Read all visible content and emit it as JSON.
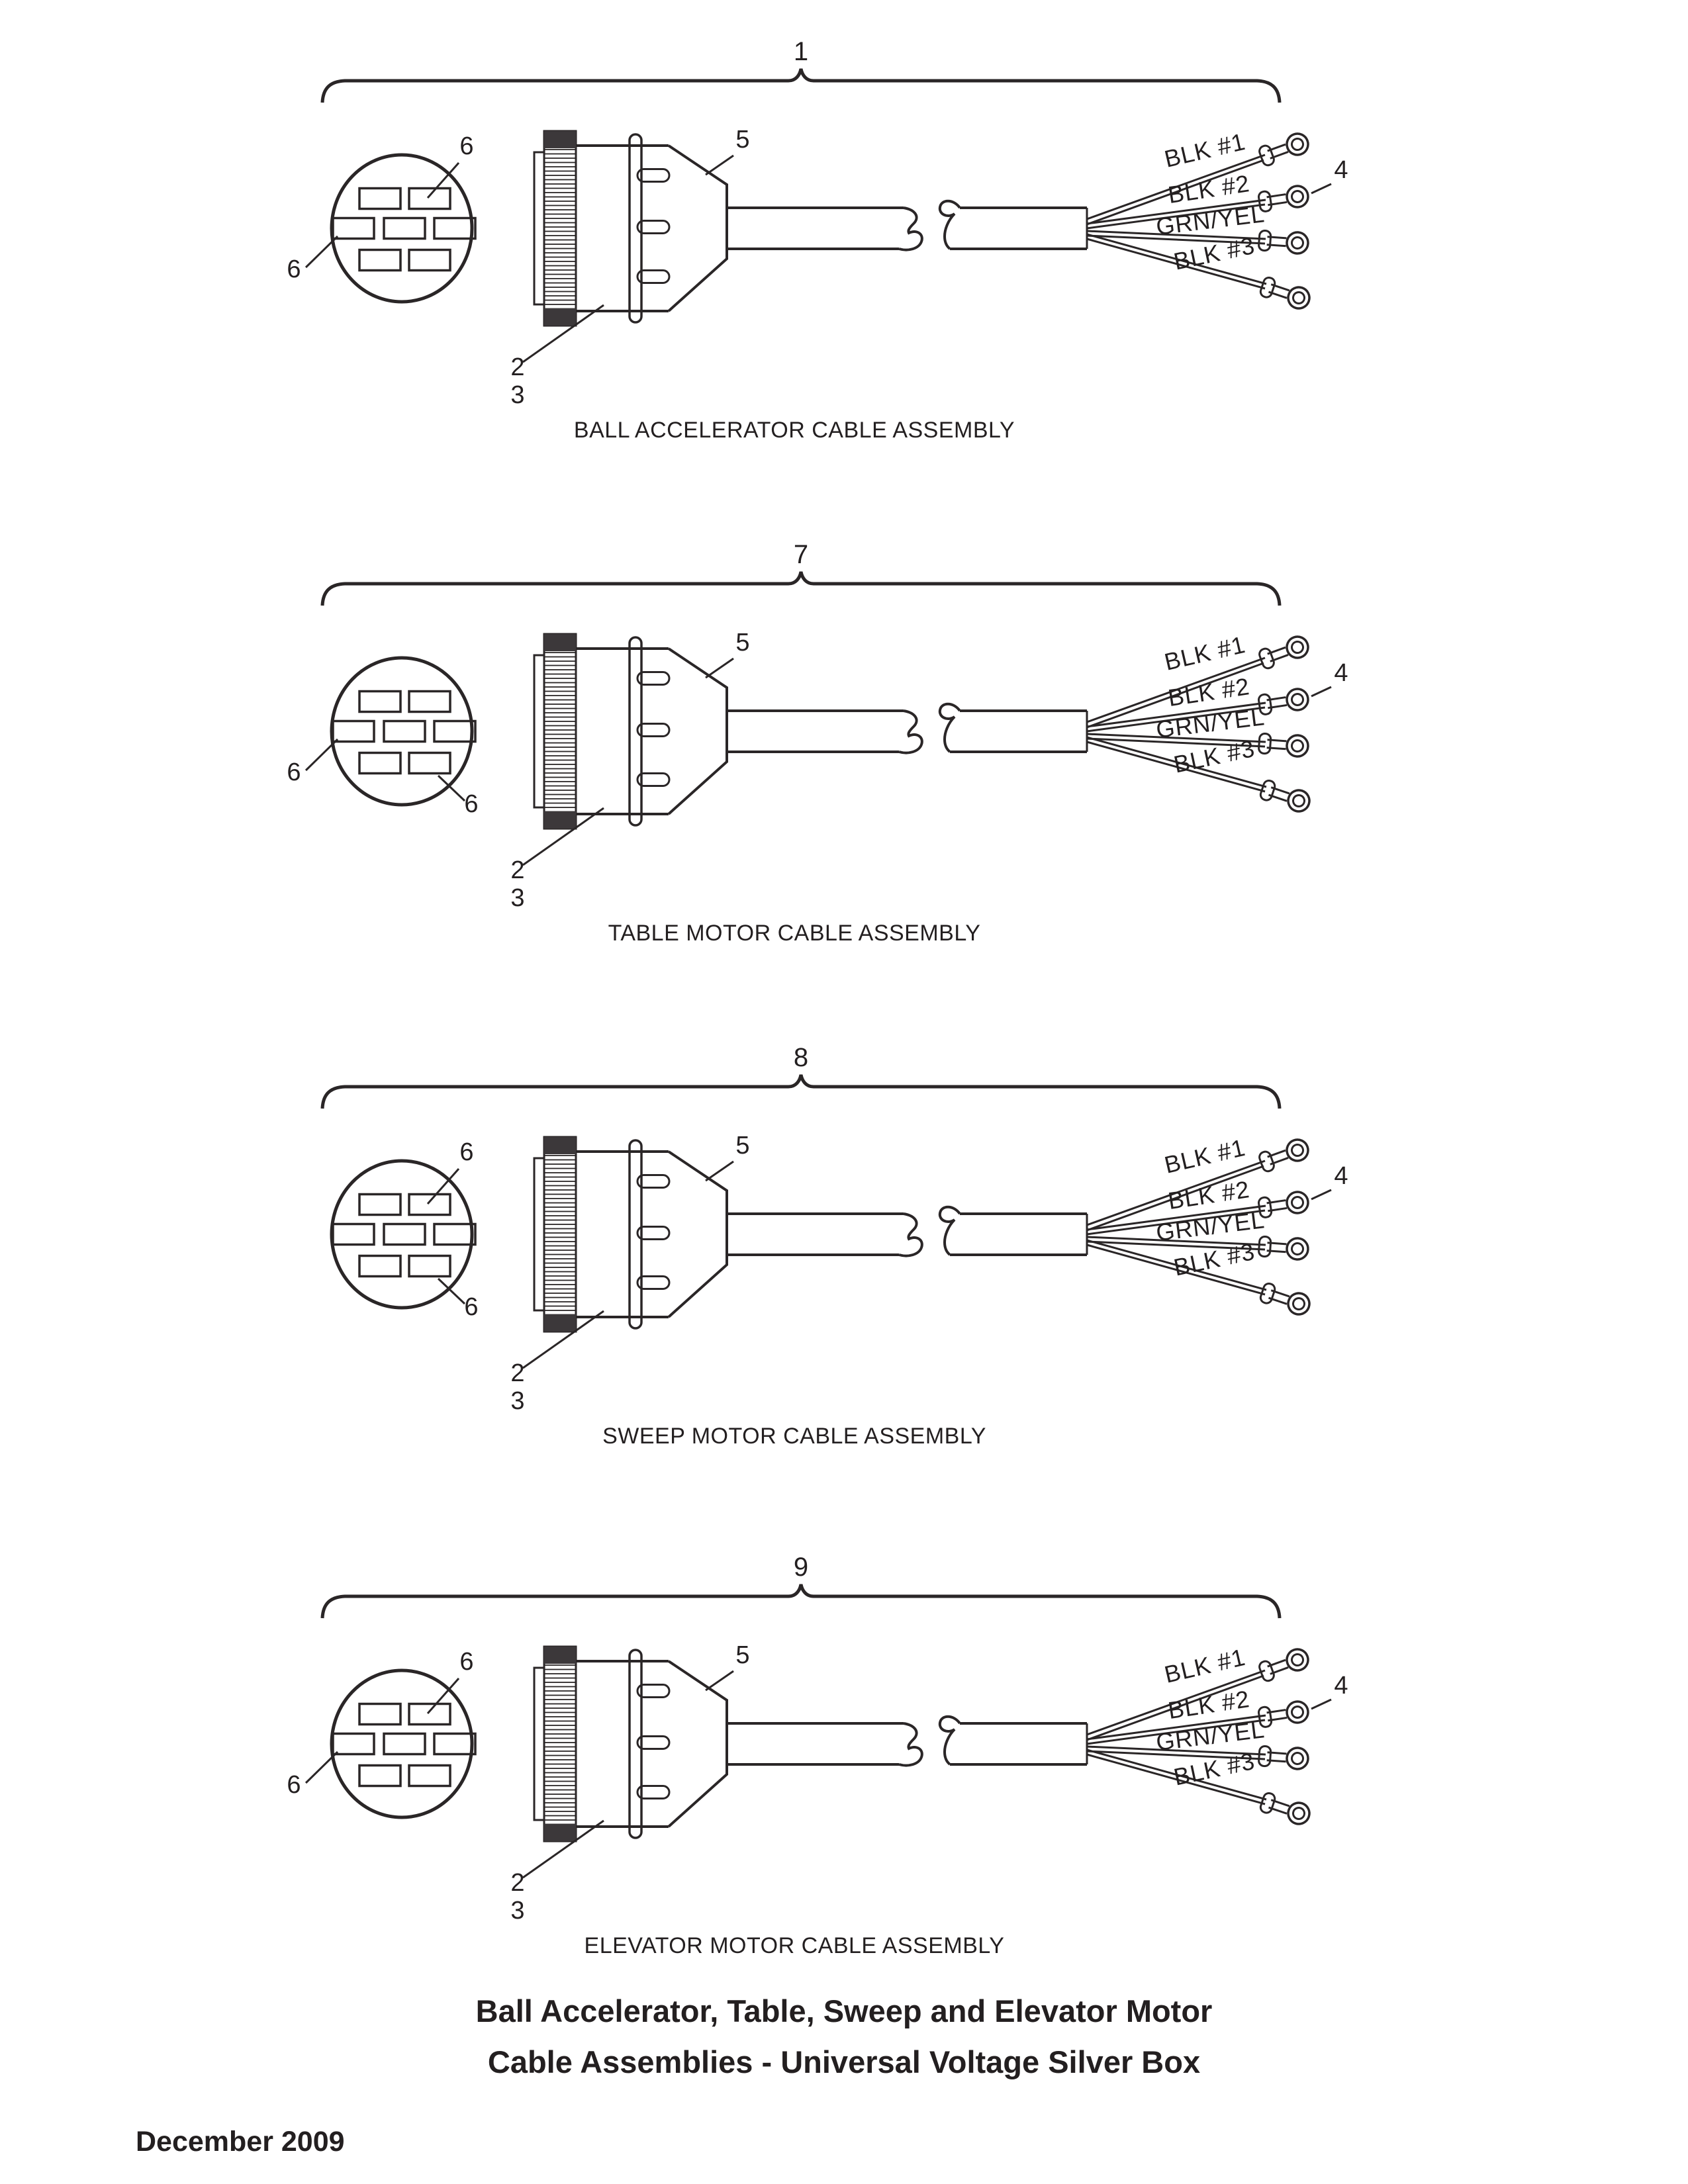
{
  "page": {
    "background_color": "#ffffff",
    "ink_color": "#2a2627"
  },
  "title": {
    "line1": "Ball Accelerator, Table, Sweep and Elevator Motor",
    "line2": "Cable Assemblies - Universal Voltage Silver Box"
  },
  "footer": {
    "date": "December 2009"
  },
  "shared": {
    "wire_labels": [
      "BLK #1",
      "BLK #2",
      "GRN/YEL",
      "BLK #3"
    ],
    "callout_numbers": {
      "shell": "5",
      "clamp": "2",
      "gasket": "3",
      "terminal": "4",
      "keyed_pin": "6"
    }
  },
  "assemblies": [
    {
      "bracket_number": "1",
      "caption": "BALL ACCELERATOR CABLE ASSEMBLY",
      "hatched_pins": [
        "t2",
        "m1"
      ],
      "callout6": [
        {
          "position": "top-right",
          "target": "t2"
        },
        {
          "position": "bottom-left",
          "target": "m1"
        }
      ]
    },
    {
      "bracket_number": "7",
      "caption": "TABLE MOTOR CABLE ASSEMBLY",
      "hatched_pins": [
        "m1",
        "b2"
      ],
      "callout6": [
        {
          "position": "bottom-left",
          "target": "m1"
        },
        {
          "position": "bottom-right",
          "target": "b2"
        }
      ]
    },
    {
      "bracket_number": "8",
      "caption": "SWEEP MOTOR CABLE ASSEMBLY",
      "hatched_pins": [
        "t2",
        "b2"
      ],
      "callout6": [
        {
          "position": "top-right",
          "target": "t2"
        },
        {
          "position": "bottom-right",
          "target": "b2"
        }
      ]
    },
    {
      "bracket_number": "9",
      "caption": "ELEVATOR MOTOR CABLE ASSEMBLY",
      "hatched_pins": [
        "t2",
        "m1"
      ],
      "callout6": [
        {
          "position": "top-right",
          "target": "t2"
        },
        {
          "position": "bottom-left",
          "target": "m1"
        }
      ]
    }
  ]
}
